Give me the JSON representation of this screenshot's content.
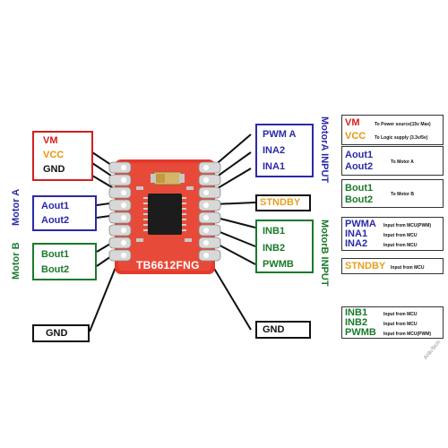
{
  "colors": {
    "power_red": "#d21f1f",
    "vcc_orange": "#e8960c",
    "motor_a_blue": "#2a2aa8",
    "motor_b_green": "#1a7a2a",
    "stndby_orange": "#e8a020",
    "black": "#111111",
    "board_red": "#e53a2b"
  },
  "chip_label": "TB6612FNG",
  "left": {
    "power": [
      "VM",
      "VCC",
      "GND"
    ],
    "motor_a": [
      "Aout1",
      "Aout2"
    ],
    "motor_b": [
      "Bout1",
      "Bout2"
    ],
    "gnd": "GND"
  },
  "right": {
    "motora_input": [
      "PWM A",
      "INA2",
      "INA1"
    ],
    "stndby": "STNDBY",
    "motorb_input": [
      "INB1",
      "INB2",
      "PWMB"
    ],
    "gnd": "GND"
  },
  "side_labels": {
    "motor_a": "Motor A",
    "motor_b": "Motor B",
    "motora_input": "MotorA INPUT",
    "motorb_input": "MotorB INPUT"
  },
  "legend": {
    "power": [
      {
        "name": "VM",
        "desc": "To Power source(15v Max)"
      },
      {
        "name": "VCC",
        "desc": "To Logic supply (3.3v/5v)"
      }
    ],
    "motor_a": {
      "names": [
        "Aout1",
        "Aout2"
      ],
      "desc": "To Motor A"
    },
    "motor_b": {
      "names": [
        "Bout1",
        "Bout2"
      ],
      "desc": "To Motor B"
    },
    "inputs_a": [
      {
        "name": "PWMA",
        "desc": "Input from MCU(PWM)"
      },
      {
        "name": "INA1",
        "desc": "Input from MCU"
      },
      {
        "name": "INA2",
        "desc": "Input from MCU"
      }
    ],
    "stndby": {
      "name": "STNDBY",
      "desc": "Input from MCU"
    },
    "inputs_b": [
      {
        "name": "INB1",
        "desc": "Input from MCU"
      },
      {
        "name": "INB2",
        "desc": "Input from MCU"
      },
      {
        "name": "PWMB",
        "desc": "Input from MCU(PWM)"
      }
    ]
  },
  "watermark": "ArduTech"
}
